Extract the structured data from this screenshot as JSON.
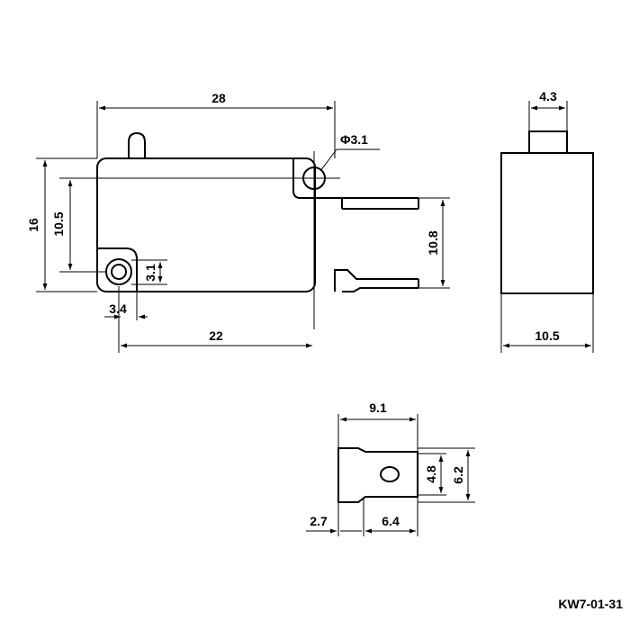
{
  "drawing": {
    "part_number": "KW7-01-31",
    "side_view": {
      "overall_length": "28",
      "hole_diameter": "Φ3.1",
      "height": "16",
      "hole_spacing_vertical": "10.5",
      "terminal_spacing": "10.8",
      "lower_hole_diameter": "3.1",
      "lower_hole_offset": "3.4",
      "hole_spacing_horizontal": "22"
    },
    "end_view": {
      "actuator_width": "4.3",
      "body_width": "10.5"
    },
    "terminal_detail": {
      "length": "9.1",
      "hole_zone": "4.8",
      "width": "6.2",
      "shoulder": "2.7",
      "tab_length": "6.4"
    }
  }
}
